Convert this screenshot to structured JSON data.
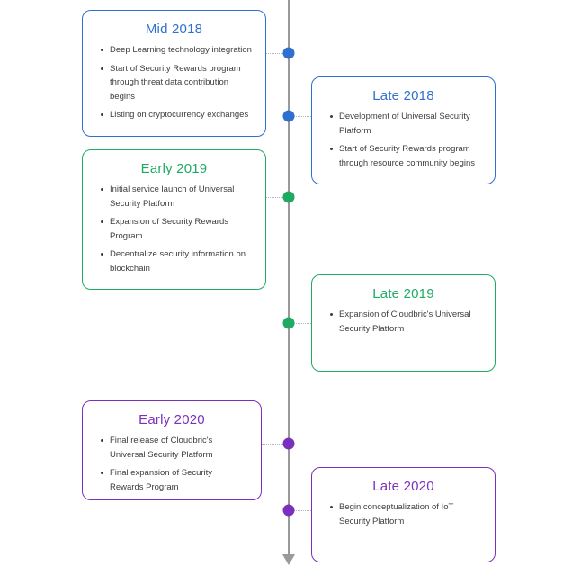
{
  "diagram": {
    "type": "vertical-timeline",
    "axis_color": "#9a9a9a",
    "colors": {
      "blue": "#2f6fd0",
      "green": "#1faa63",
      "purple": "#7b2fbd"
    },
    "milestones": [
      {
        "id": "mid-2018",
        "title": "Mid 2018",
        "side": "left",
        "color": "#2f6fd0",
        "items": [
          "Deep Learning technology integration",
          "Start of Security Rewards program through threat data contribution begins",
          "Listing on cryptocurrency exchanges"
        ]
      },
      {
        "id": "late-2018",
        "title": "Late 2018",
        "side": "right",
        "color": "#2f6fd0",
        "items": [
          "Development of Universal Security Platform",
          "Start of Security Rewards program through resource community begins"
        ]
      },
      {
        "id": "early-2019",
        "title": "Early 2019",
        "side": "left",
        "color": "#1faa63",
        "items": [
          "Initial service launch of Universal Security Platform",
          "Expansion of Security Rewards Program",
          "Decentralize security information on blockchain"
        ]
      },
      {
        "id": "late-2019",
        "title": "Late 2019",
        "side": "right",
        "color": "#1faa63",
        "items": [
          "Expansion of Cloudbric's Universal Security Platform"
        ]
      },
      {
        "id": "early-2020",
        "title": "Early 2020",
        "side": "left",
        "color": "#7b2fbd",
        "items": [
          "Final release of Cloudbric's Universal Security Platform",
          "Final expansion of Security Rewards Program"
        ]
      },
      {
        "id": "late-2020",
        "title": "Late 2020",
        "side": "right",
        "color": "#7b2fbd",
        "items": [
          "Begin conceptualization of IoT Security Platform"
        ]
      }
    ]
  }
}
